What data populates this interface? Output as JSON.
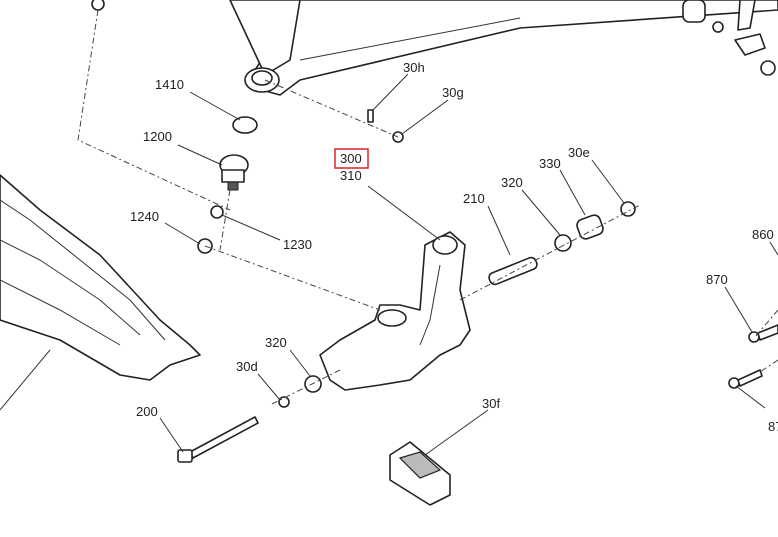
{
  "diagram": {
    "highlight_color": "#d9232a",
    "callouts": {
      "c1410": "1410",
      "c1200": "1200",
      "c1240": "1240",
      "c1230": "1230",
      "c30h": "30h",
      "c30g": "30g",
      "c300": "300",
      "c310": "310",
      "c210": "210",
      "c320a": "320",
      "c330": "330",
      "c30e": "30e",
      "c860": "860",
      "c870": "870",
      "c87": "87",
      "c320b": "320",
      "c30d": "30d",
      "c200": "200",
      "c30f": "30f"
    }
  }
}
